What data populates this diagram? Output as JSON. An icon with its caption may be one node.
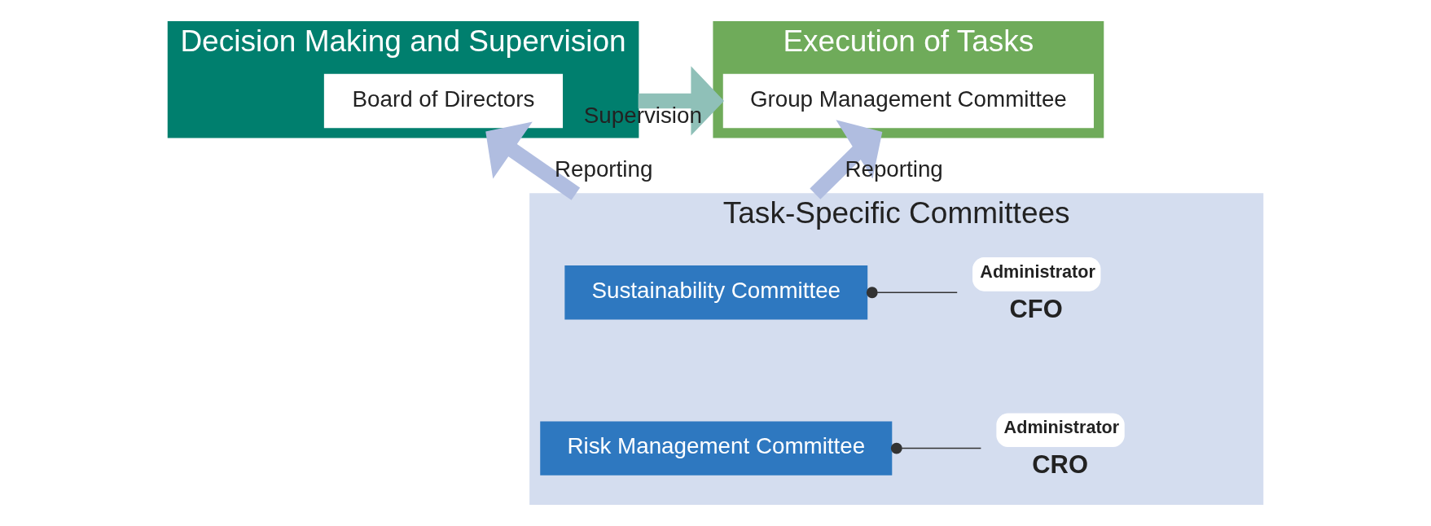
{
  "diagram": {
    "nodes": [
      {
        "text": [
          "Decision Making and Supervision"
        ]
      },
      {
        "text": [
          "Board of Directors"
        ],
        "in": 0
      },
      {
        "text": [
          "Execution of Tasks"
        ]
      },
      {
        "text": [
          "Group Management Committee"
        ],
        "in": 2
      },
      {
        "text": [
          "Task-Specific Committees"
        ]
      },
      {
        "text": [
          "Sustainability Committee"
        ],
        "in": 4
      },
      {
        "text": [
          "Administrator"
        ],
        "beside": [
          "CFO"
        ],
        "in": 4
      },
      {
        "text": [
          "Risk Management Committee"
        ],
        "in": 4
      },
      {
        "text": [
          "Administrator"
        ],
        "beside": [
          "CRO"
        ],
        "in": 4
      }
    ],
    "edges": [
      {
        "from": 0,
        "to": 2,
        "arrow": "to",
        "label": "Supervision",
        "color": "#8fc0b8"
      },
      {
        "from": 4,
        "to": 0,
        "arrow": "to",
        "label": "Reporting",
        "color": "#b0bde0"
      },
      {
        "from": 4,
        "to": 2,
        "arrow": "to",
        "label": "Reporting",
        "color": "#b0bde0"
      },
      {
        "from": 5,
        "to": 6,
        "arrow": "other",
        "color": "#333333"
      },
      {
        "from": 7,
        "to": 8,
        "arrow": "other",
        "color": "#333333"
      }
    ]
  }
}
